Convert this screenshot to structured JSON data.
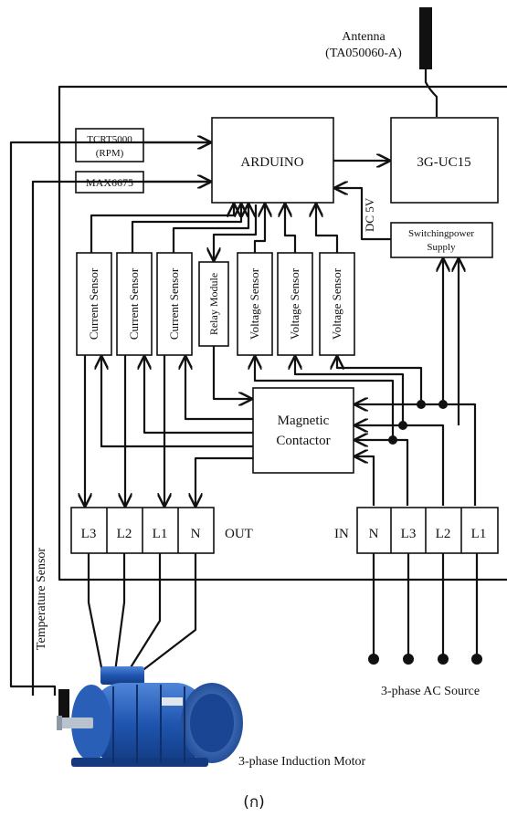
{
  "antenna": {
    "line1": "Antenna",
    "line2": "(TA050060-A)"
  },
  "tcrt": {
    "line1": "TCRT5000",
    "line2": "(RPM)"
  },
  "max": "MAX6675",
  "arduino": "ARDUINO",
  "modem": "3G-UC15",
  "power": {
    "line1": "Switchingpower",
    "line2": "Supply"
  },
  "dc": "DC 5V",
  "sensors": {
    "current": "Current Sensor",
    "relay": "Relay Module",
    "voltage": "Voltage Sensor"
  },
  "contactor": {
    "line1": "Magnetic",
    "line2": "Contactor"
  },
  "out_terminals": [
    "L3",
    "L2",
    "L1",
    "N"
  ],
  "out_label": "OUT",
  "in_label": "IN",
  "in_terminals": [
    "N",
    "L3",
    "L2",
    "L1"
  ],
  "temp_sensor": "Temperature Sensor",
  "source_label": "3-phase AC Source",
  "motor_label": "3-phase Induction Motor",
  "caption": "(ก)"
}
